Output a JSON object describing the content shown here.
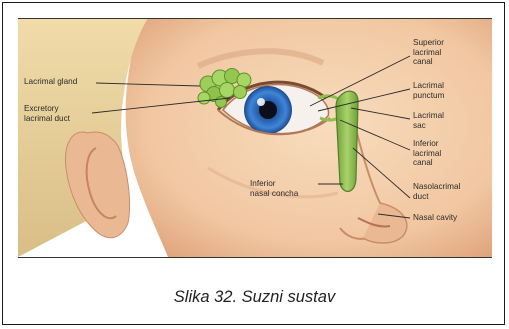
{
  "figure": {
    "labels": {
      "lacrimal_gland": "Lacrimal gland",
      "excretory_lacrimal_duct": "Excretory\nlacrimal duct",
      "superior_lacrimal_canal": "Superior\nlacrimal\ncanal",
      "lacrimal_punctum": "Lacrimal\npunctum",
      "lacrimal_sac": "Lacrimal\nsac",
      "inferior_lacrimal_canal": "Inferior\nlacrimal\ncanal",
      "nasolacrimal_duct": "Nasolacrimal\nduct",
      "nasal_cavity": "Nasal cavity",
      "inferior_nasal_concha": "Inferior\nnasal concha"
    },
    "colors": {
      "skin": "#f3cda9",
      "skin_shadow": "#e2a982",
      "iris": "#2f6fc8",
      "gland": "#9ccf5a",
      "duct": "#8fbf4e",
      "hair": "#e2c98f"
    }
  },
  "caption": "Slika 32. Suzni sustav"
}
